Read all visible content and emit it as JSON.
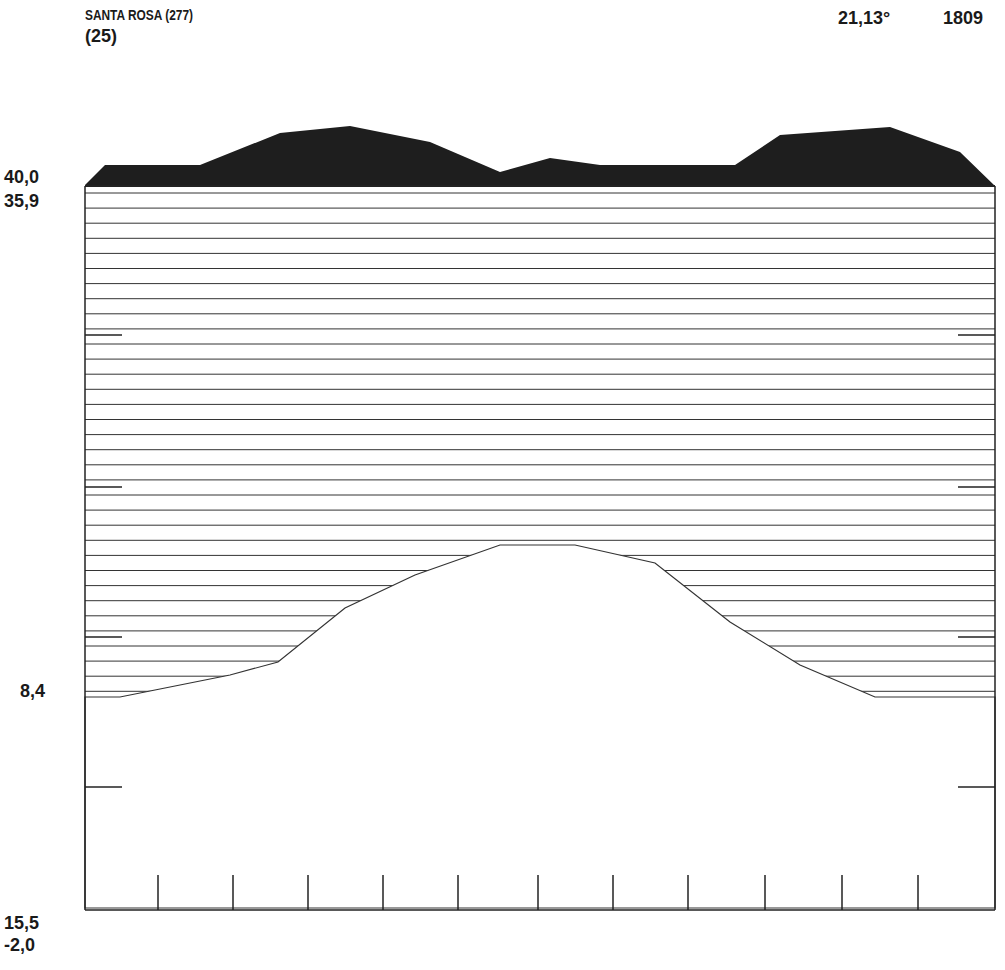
{
  "diagram": {
    "labels": [
      "SANTA ROSA (277)",
      "(25)",
      "21,13°",
      "1809",
      "40,0",
      "35,9",
      "8,4",
      "15,5",
      "-2,0"
    ]
  }
}
